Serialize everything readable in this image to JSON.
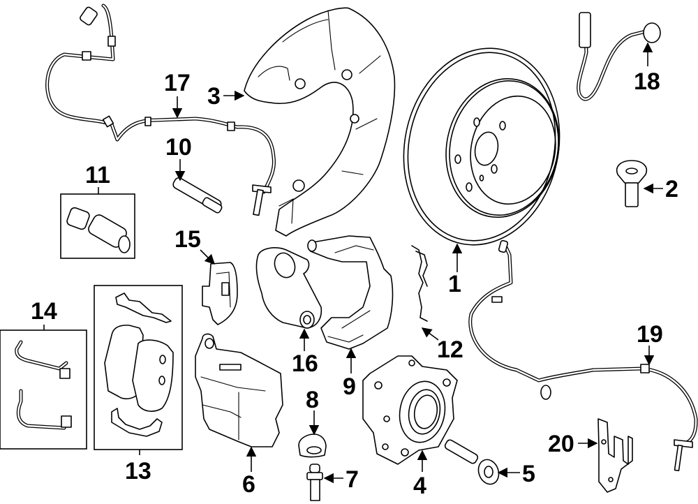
{
  "diagram": {
    "type": "exploded-parts-diagram",
    "subject": "Rear brake assembly",
    "colors": {
      "line": "#000000",
      "background": "#ffffff"
    },
    "callouts": [
      {
        "id": "1",
        "label": "1",
        "part": "brake-rotor"
      },
      {
        "id": "2",
        "label": "2",
        "part": "rotor-bolt"
      },
      {
        "id": "3",
        "label": "3",
        "part": "splash-shield"
      },
      {
        "id": "4",
        "label": "4",
        "part": "wheel-hub-bearing"
      },
      {
        "id": "5",
        "label": "5",
        "part": "hub-bolt"
      },
      {
        "id": "6",
        "label": "6",
        "part": "caliper"
      },
      {
        "id": "7",
        "label": "7",
        "part": "bleeder-screw"
      },
      {
        "id": "8",
        "label": "8",
        "part": "bleeder-cap"
      },
      {
        "id": "9",
        "label": "9",
        "part": "caliper-support"
      },
      {
        "id": "10",
        "label": "10",
        "part": "guide-pin"
      },
      {
        "id": "11",
        "label": "11",
        "part": "guide-pin-boot-kit"
      },
      {
        "id": "12",
        "label": "12",
        "part": "anti-rattle-clip"
      },
      {
        "id": "13",
        "label": "13",
        "part": "brake-pad-set"
      },
      {
        "id": "14",
        "label": "14",
        "part": "wear-sensor-kit"
      },
      {
        "id": "15",
        "label": "15",
        "part": "caliper-bracket-cover"
      },
      {
        "id": "16",
        "label": "16",
        "part": "parking-brake-motor"
      },
      {
        "id": "17",
        "label": "17",
        "part": "abs-sensor-cable-upper"
      },
      {
        "id": "18",
        "label": "18",
        "part": "pad-wear-sensor"
      },
      {
        "id": "19",
        "label": "19",
        "part": "abs-sensor-cable-lower"
      },
      {
        "id": "20",
        "label": "20",
        "part": "cable-bracket"
      }
    ]
  }
}
